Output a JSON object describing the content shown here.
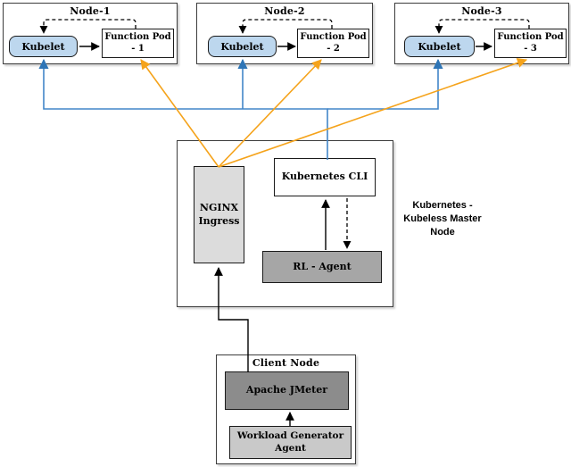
{
  "nodes": [
    {
      "title": "Node-1",
      "kubelet_label": "Kubelet",
      "pod_label": "Function Pod - 1"
    },
    {
      "title": "Node-2",
      "kubelet_label": "Kubelet",
      "pod_label": "Function Pod - 2"
    },
    {
      "title": "Node-3",
      "kubelet_label": "Kubelet",
      "pod_label": "Function Pod - 3"
    }
  ],
  "master": {
    "side_label": "Kubernetes - Kubeless Master Node",
    "nginx_label": "NGINX Ingress",
    "cli_label": "Kubernetes CLI",
    "rl_agent_label": "RL - Agent"
  },
  "client": {
    "title": "Client Node",
    "jmeter_label": "Apache JMeter",
    "workload_label": "Workload Generator Agent"
  },
  "colors": {
    "kubelet_fill": "#BDD7EE",
    "nginx_fill": "#DCDCDC",
    "rl_fill": "#A6A6A6",
    "jmeter_fill": "#8C8C8C",
    "workload_fill": "#C9C9C9",
    "blue_line": "#4285C8",
    "blue_arrow": "#2E75B6",
    "orange_line": "#F5A31B"
  }
}
